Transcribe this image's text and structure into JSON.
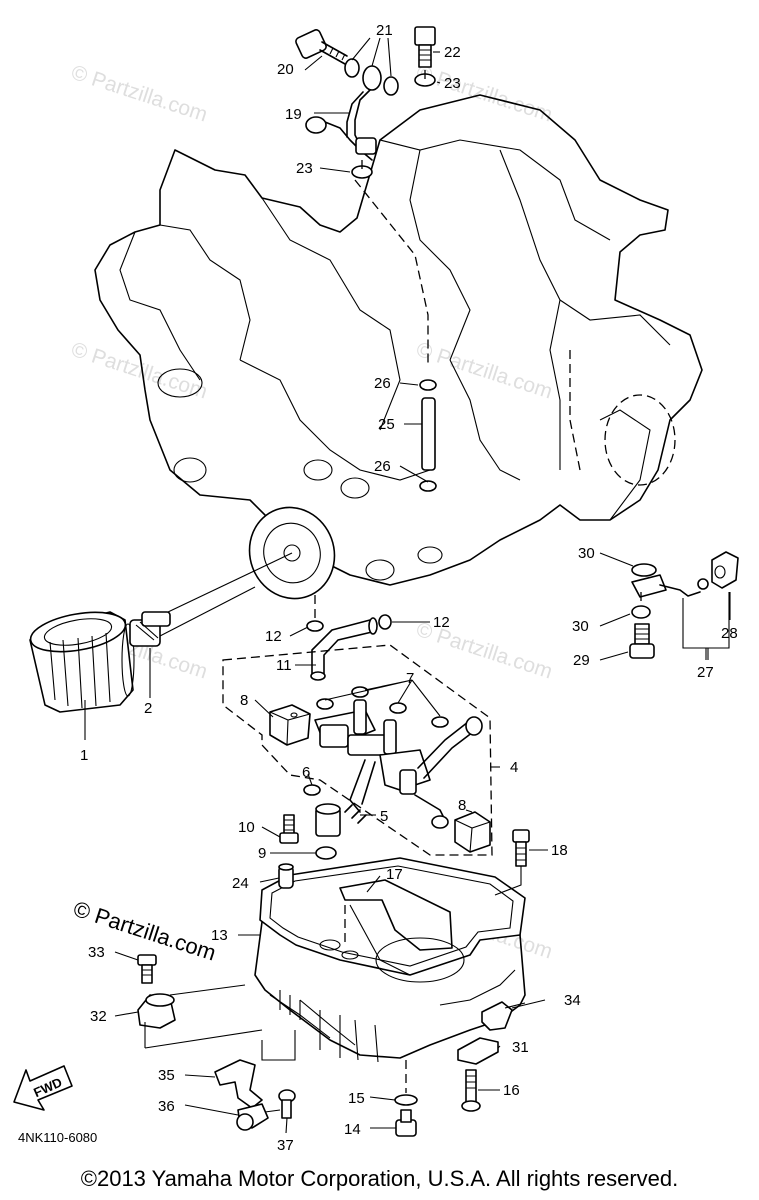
{
  "watermark": {
    "repeated_text": "© Partzilla.com",
    "main_text": "© Partzilla.com"
  },
  "drawing_code": "4NK110-6080",
  "fwd_label": "FWD",
  "copyright": "©2013 Yamaha Motor Corporation, U.S.A. All rights reserved.",
  "callouts": [
    "1",
    "2",
    "4",
    "5",
    "6",
    "7",
    "8",
    "8",
    "9",
    "10",
    "11",
    "12",
    "12",
    "13",
    "14",
    "15",
    "16",
    "17",
    "18",
    "19",
    "20",
    "21",
    "22",
    "23",
    "23",
    "24",
    "25",
    "26",
    "26",
    "27",
    "28",
    "29",
    "30",
    "30",
    "31",
    "32",
    "33",
    "34",
    "35",
    "36",
    "37"
  ]
}
